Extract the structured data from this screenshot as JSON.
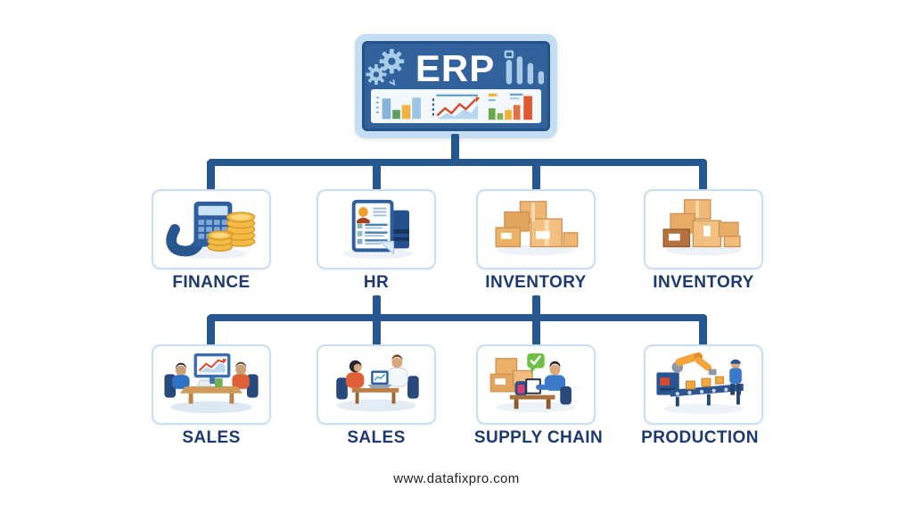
{
  "page": {
    "background": "#ffffff",
    "footer_url": "www.datafixpro.com"
  },
  "erp_monitor": {
    "title": "ERP",
    "screen_icons": [
      "gears-icon",
      "bar-chart-icon"
    ],
    "screen_mini_charts": [
      "bar-chart",
      "trend-line-chart",
      "bar-chart"
    ]
  },
  "colors": {
    "connector": "#27578f",
    "label": "#1d3a70",
    "card_border": "#c9def1",
    "monitor_frame": "#c4ddf2",
    "monitor_screen": "#31629c",
    "coin_gold": "#f3ba45",
    "box_tan": "#eab167",
    "accent_orange": "#de5f38",
    "accent_green": "#6fbf45"
  },
  "rows": [
    {
      "modules": [
        {
          "label": "FINANCE",
          "icon": "calculator-and-coins"
        },
        {
          "label": "HR",
          "icon": "resume-document"
        },
        {
          "label": "INVENTORY",
          "icon": "cardboard-boxes"
        },
        {
          "label": "INVENTORY",
          "icon": "cardboard-boxes"
        }
      ]
    },
    {
      "modules": [
        {
          "label": "SALES",
          "icon": "team-meeting-chart"
        },
        {
          "label": "SALES",
          "icon": "two-people-laptop"
        },
        {
          "label": "SUPPLY CHAIN",
          "icon": "desk-boxes-checkmark"
        },
        {
          "label": "PRODUCTION",
          "icon": "robotic-arm-conveyor"
        }
      ]
    }
  ]
}
